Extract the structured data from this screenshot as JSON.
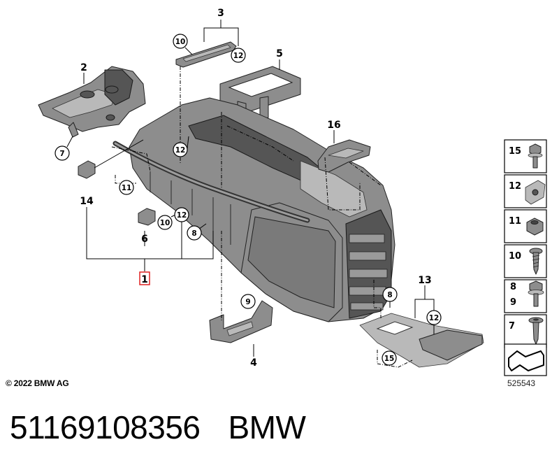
{
  "diagram": {
    "callouts": [
      {
        "id": "label-1",
        "text": "1"
      },
      {
        "id": "label-2",
        "text": "2"
      },
      {
        "id": "label-3",
        "text": "3"
      },
      {
        "id": "label-4",
        "text": "4"
      },
      {
        "id": "label-5",
        "text": "5"
      },
      {
        "id": "label-6",
        "text": "6"
      },
      {
        "id": "label-13",
        "text": "13"
      },
      {
        "id": "label-14",
        "text": "14"
      },
      {
        "id": "label-16",
        "text": "16"
      }
    ],
    "circled_callouts": {
      "c7": "7",
      "c8a": "8",
      "c8b": "8",
      "c9": "9",
      "c10a": "10",
      "c10b": "10",
      "c11": "11",
      "c12a": "12",
      "c12b": "12",
      "c12c": "12",
      "c12d": "12",
      "c15": "15"
    },
    "highlighted_callout": "1",
    "highlight_color": "#e02020"
  },
  "fastener_legend": [
    {
      "label": "15",
      "icon": "collar-screw-icon"
    },
    {
      "label": "12",
      "icon": "clip-nut-icon"
    },
    {
      "label": "11",
      "icon": "hex-nut-icon"
    },
    {
      "label": "10",
      "icon": "tapping-screw-icon"
    },
    {
      "label": "8\n9",
      "label_top": "8",
      "label_bottom": "9",
      "icon": "hex-flange-screw-icon"
    },
    {
      "label": "7",
      "icon": "torx-screw-icon"
    }
  ],
  "legend_footer_icon": "bracket-symbol-icon",
  "copyright": "© 2022 BMW AG",
  "image_reference": "525543",
  "part_number": "51169108356",
  "brand": "BMW"
}
